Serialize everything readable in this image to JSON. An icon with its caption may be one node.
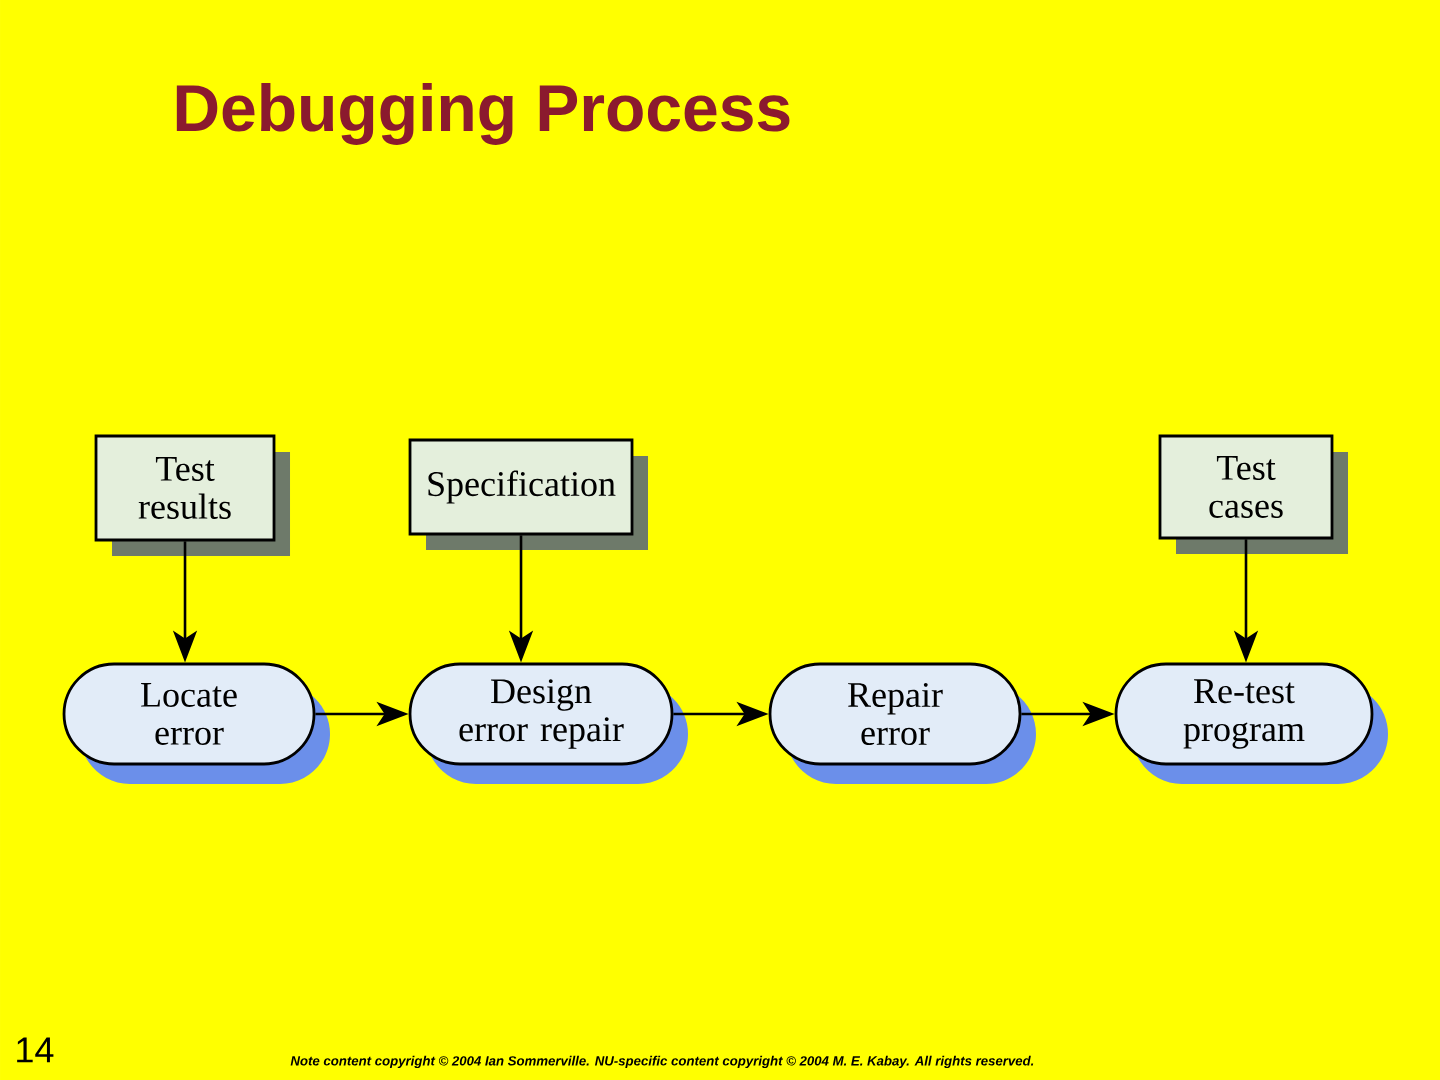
{
  "diagram": {
    "title": "Debugging Process",
    "nodes": [
      {
        "text": [
          "Test results"
        ]
      },
      {
        "text": [
          "Specification"
        ]
      },
      {
        "text": [
          "Test cases"
        ]
      },
      {
        "text": [
          "Locate error"
        ]
      },
      {
        "text": [
          "Design error repair"
        ]
      },
      {
        "text": [
          "Repair error"
        ]
      },
      {
        "text": [
          "Re-test program"
        ]
      }
    ],
    "edges": [
      {
        "from": 0,
        "to": 3,
        "arrow": "to"
      },
      {
        "from": 1,
        "to": 4,
        "arrow": "to"
      },
      {
        "from": 2,
        "to": 6,
        "arrow": "to"
      },
      {
        "from": 3,
        "to": 4,
        "arrow": "to"
      },
      {
        "from": 4,
        "to": 5,
        "arrow": "to"
      },
      {
        "from": 5,
        "to": 6,
        "arrow": "to"
      }
    ],
    "labels": [
      "14",
      "Note content copyright © 2004 Ian Sommerville. NU-specific content copyright © 2004 M. E. Kabay. All rights reserved."
    ]
  }
}
